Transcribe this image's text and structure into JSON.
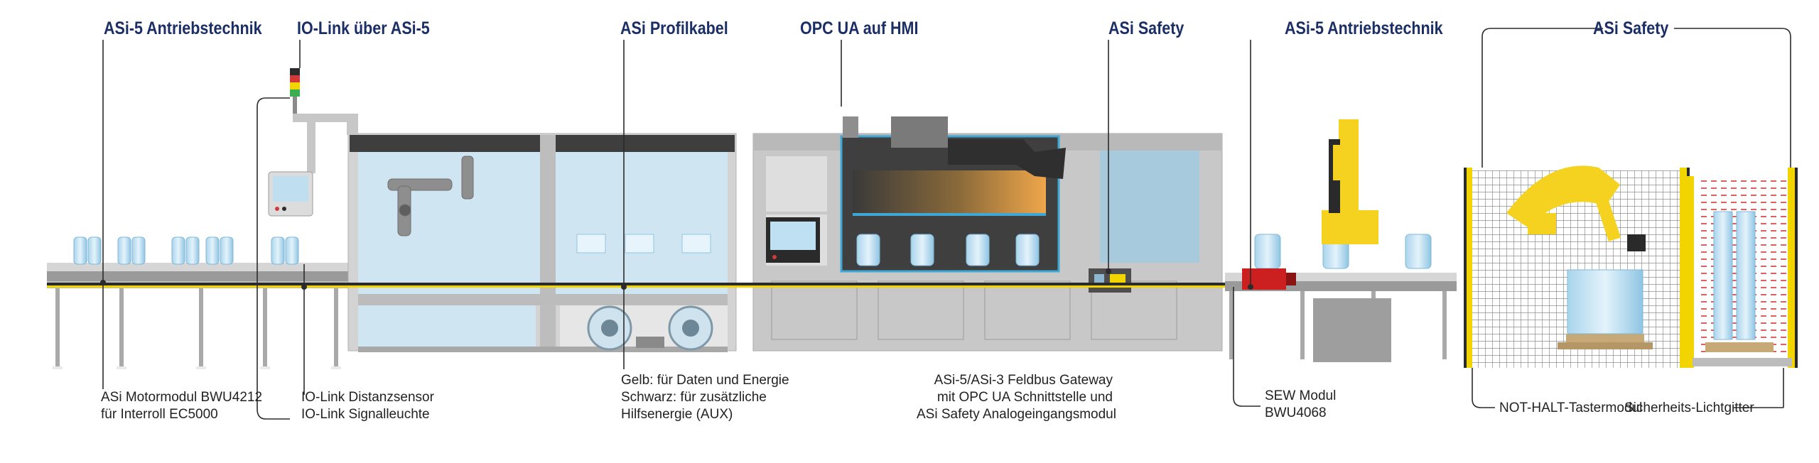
{
  "headers": {
    "asi5_antrieb_left": "ASi-5 Antriebstechnik",
    "iolink": "IO-Link über ASi-5",
    "profilkabel": "ASi Profilkabel",
    "opcua": "OPC UA auf HMI",
    "safety_mid": "ASi Safety",
    "asi5_antrieb_right": "ASi-5 Antriebstechnik",
    "safety_right": "ASi Safety"
  },
  "captions": {
    "motormodul": [
      "ASi Motormodul BWU4212",
      "für Interroll EC5000"
    ],
    "iolink": [
      "IO-Link Distanzsensor",
      "IO-Link Signalleuchte"
    ],
    "profilkabel": [
      "Gelb: für Daten und Energie",
      "Schwarz: für zusätzliche",
      "Hilfsenergie (AUX)"
    ],
    "gateway": [
      "ASi-5/ASi-3 Feldbus Gateway",
      "mit OPC UA Schnittstelle und",
      "ASi Safety Analogeingangsmodul"
    ],
    "sew": [
      "SEW Modul",
      "BWU4068"
    ],
    "nothalt": "NOT-HALT-Tastermodul",
    "lichtgitter": "Sicherheits-Lichtgitter"
  },
  "colors": {
    "header_text": "#1b2f66",
    "asi_cable_yellow": "#f2d500",
    "machine_grey": "#c9c9c9",
    "robot_yellow": "#f4d21f",
    "motor_red": "#cc1f1f",
    "screen_blue": "#3fa7d6",
    "glass": "#cfe6f2"
  },
  "icons": [
    "signal-tower-icon",
    "hmi-panel-icon",
    "robot-arm-icon",
    "light-curtain-icon",
    "gateway-module-icon",
    "motor-module-icon"
  ]
}
